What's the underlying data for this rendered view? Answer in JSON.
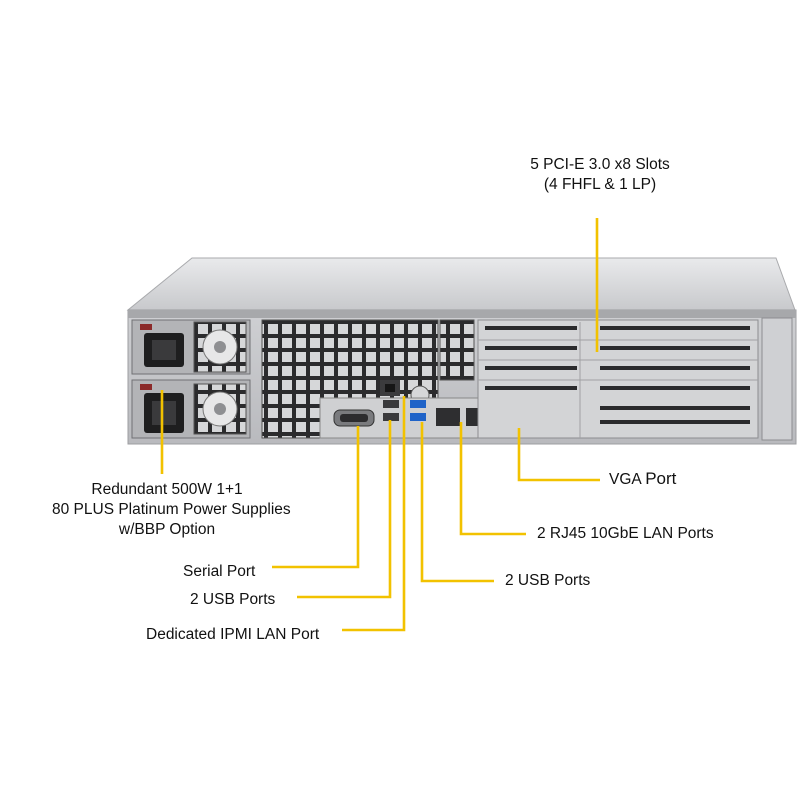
{
  "callouts": {
    "pcie_line1": "5 PCI-E 3.0 x8 Slots",
    "pcie_line2": "(4 FHFL & 1 LP)",
    "vga_a": "VGA",
    "vga_b": "Port",
    "psu_line1": "Redundant 500W 1+1",
    "psu_line2": "80 PLUS Platinum Power Supplies",
    "psu_line3": "w/BBP Option",
    "rj45": "2 RJ45 10GbE LAN Ports",
    "usb_right": "2 USB Ports",
    "serial": "Serial Port",
    "usb_left": "2 USB Ports",
    "ipmi": "Dedicated IPMI LAN Port"
  },
  "colors": {
    "leader": "#f2c200",
    "chassis_top": "#d9dadc",
    "chassis_panel": "#c9cbce",
    "dark_grille": "#3a3a3c",
    "usb_blue": "#1f63c8",
    "vga_blue": "#2f5fbf"
  },
  "icons": [
    "power-inlet-icon",
    "fan-icon",
    "usb-port-icon",
    "rj45-port-icon",
    "vga-port-icon",
    "serial-port-icon"
  ]
}
